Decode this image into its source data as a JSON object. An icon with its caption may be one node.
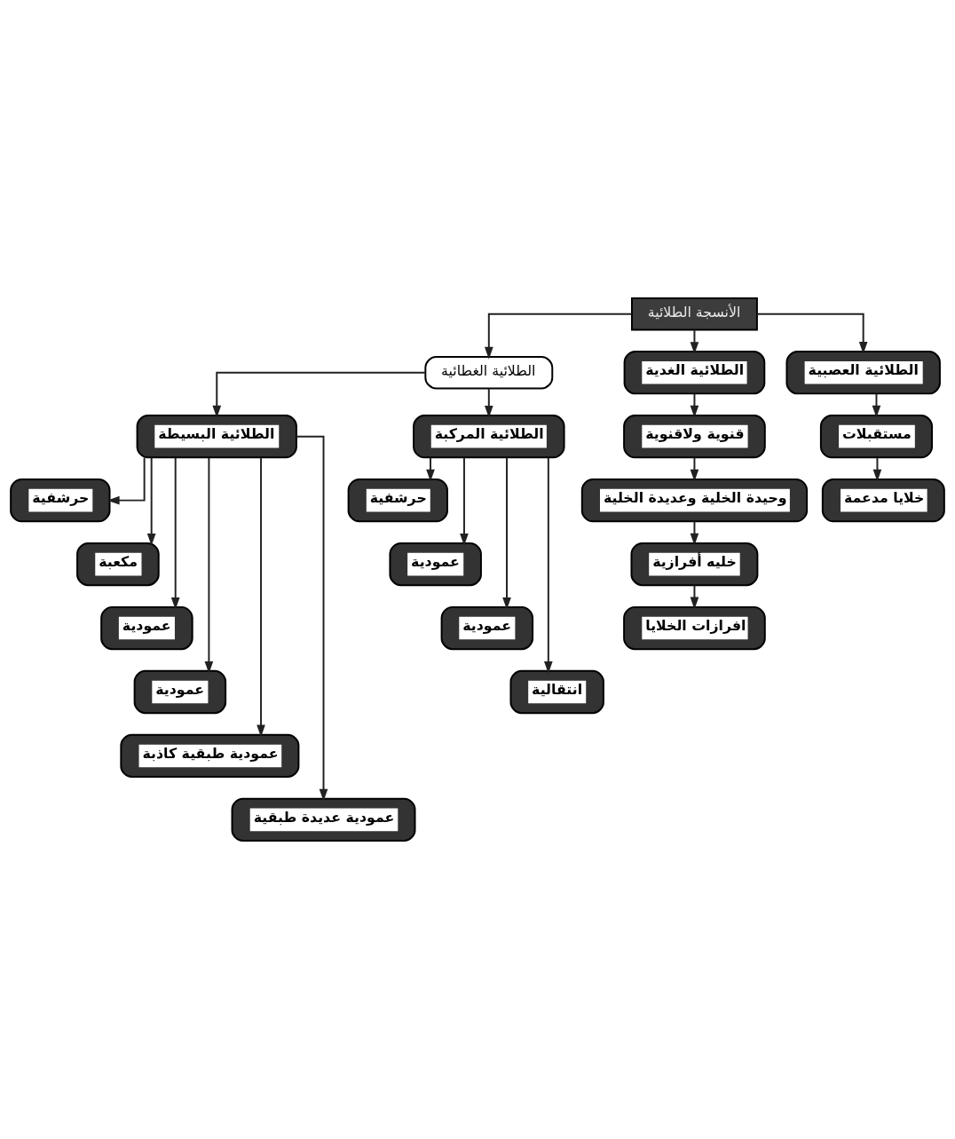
{
  "diagram": {
    "nodes": [
      {
        "text": [
          "الأنسجة الطلائية"
        ]
      },
      {
        "text": [
          "الطلائية الغطائية"
        ]
      },
      {
        "text": [
          "الطلائية الغدية"
        ]
      },
      {
        "text": [
          "الطلائية العصبية"
        ]
      },
      {
        "text": [
          "الطلائية البسيطة"
        ]
      },
      {
        "text": [
          "الطلائية المركبة"
        ]
      },
      {
        "text": [
          "قنوية ولاقنوية"
        ]
      },
      {
        "text": [
          "مستقبلات"
        ]
      },
      {
        "text": [
          "وحيدة الخلية وعديدة الخلية"
        ]
      },
      {
        "text": [
          "خلايا مدعمة"
        ]
      },
      {
        "text": [
          "خليه أفرازية"
        ]
      },
      {
        "text": [
          "افرازات الخلايا"
        ]
      },
      {
        "text": [
          "حرشفية"
        ]
      },
      {
        "text": [
          "مكعبة"
        ]
      },
      {
        "text": [
          "عمودية"
        ]
      },
      {
        "text": [
          "عمودية"
        ]
      },
      {
        "text": [
          "عمودية طبقية كاذبة"
        ]
      },
      {
        "text": [
          "عمودية عديدة طبقية"
        ]
      },
      {
        "text": [
          "حرشفية"
        ]
      },
      {
        "text": [
          "عمودية"
        ]
      },
      {
        "text": [
          "عمودية"
        ]
      },
      {
        "text": [
          "انتقالية"
        ]
      }
    ],
    "edges": [
      {
        "from": 0,
        "to": 1,
        "arrow": "to"
      },
      {
        "from": 0,
        "to": 2,
        "arrow": "to"
      },
      {
        "from": 0,
        "to": 3,
        "arrow": "to"
      },
      {
        "from": 1,
        "to": 4,
        "arrow": "to"
      },
      {
        "from": 1,
        "to": 5,
        "arrow": "to"
      },
      {
        "from": 2,
        "to": 6,
        "arrow": "to"
      },
      {
        "from": 3,
        "to": 7,
        "arrow": "to"
      },
      {
        "from": 6,
        "to": 8,
        "arrow": "to"
      },
      {
        "from": 7,
        "to": 9,
        "arrow": "to"
      },
      {
        "from": 8,
        "to": 10,
        "arrow": "to"
      },
      {
        "from": 10,
        "to": 11,
        "arrow": "to"
      },
      {
        "from": 4,
        "to": 12,
        "arrow": "to"
      },
      {
        "from": 4,
        "to": 13,
        "arrow": "to"
      },
      {
        "from": 4,
        "to": 14,
        "arrow": "to"
      },
      {
        "from": 4,
        "to": 15,
        "arrow": "to"
      },
      {
        "from": 4,
        "to": 16,
        "arrow": "to"
      },
      {
        "from": 4,
        "to": 17,
        "arrow": "to"
      },
      {
        "from": 5,
        "to": 18,
        "arrow": "to"
      },
      {
        "from": 5,
        "to": 19,
        "arrow": "to"
      },
      {
        "from": 5,
        "to": 20,
        "arrow": "to"
      },
      {
        "from": 5,
        "to": 21,
        "arrow": "to"
      }
    ]
  }
}
